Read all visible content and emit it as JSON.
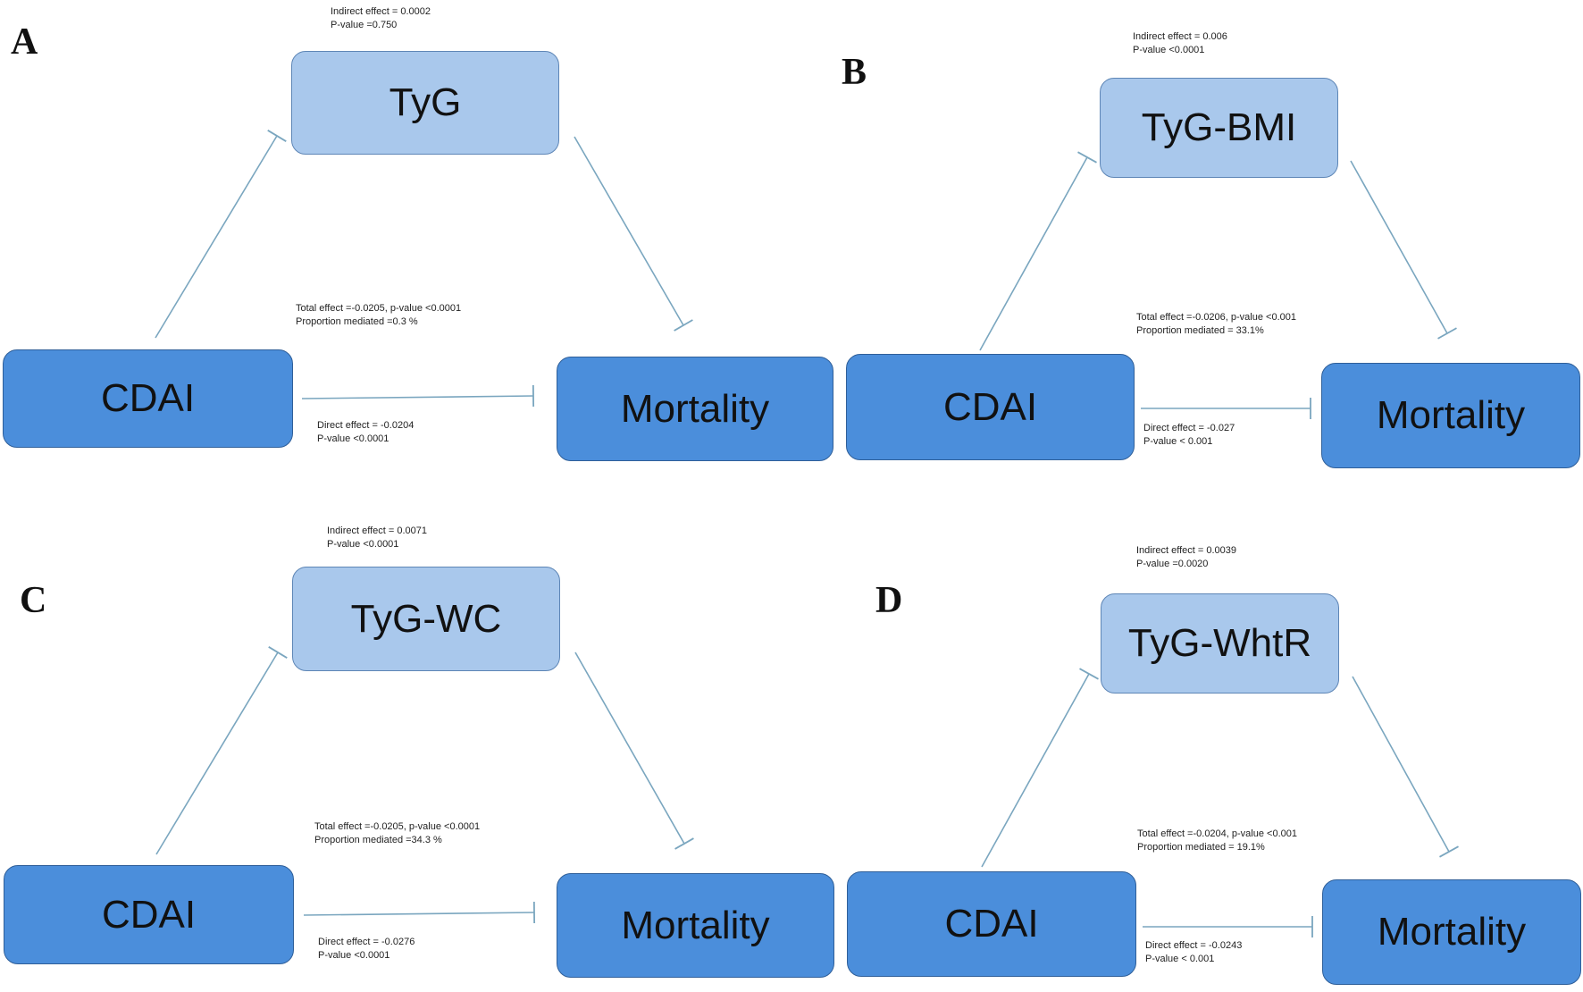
{
  "panels": [
    {
      "letter": "A",
      "mediator": "TyG",
      "exposure": "CDAI",
      "outcome": "Mortality",
      "indirect": [
        "Indirect effect = 0.0002",
        "P-value =0.750"
      ],
      "total": [
        "Total effect =-0.0205, p-value <0.0001",
        "Proportion mediated =0.3 %"
      ],
      "direct": [
        "Direct effect = -0.0204",
        "P-value <0.0001"
      ]
    },
    {
      "letter": "B",
      "mediator": "TyG-BMI",
      "exposure": "CDAI",
      "outcome": "Mortality",
      "indirect": [
        "Indirect effect = 0.006",
        "P-value <0.0001"
      ],
      "total": [
        "Total effect =-0.0206, p-value <0.001",
        "Proportion mediated = 33.1%"
      ],
      "direct": [
        "Direct effect = -0.027",
        "P-value < 0.001"
      ]
    },
    {
      "letter": "C",
      "mediator": "TyG-WC",
      "exposure": "CDAI",
      "outcome": "Mortality",
      "indirect": [
        "Indirect effect = 0.0071",
        "P-value <0.0001"
      ],
      "total": [
        "Total effect =-0.0205, p-value <0.0001",
        "Proportion mediated =34.3 %"
      ],
      "direct": [
        "Direct effect = -0.0276",
        "P-value <0.0001"
      ]
    },
    {
      "letter": "D",
      "mediator": "TyG-WhtR",
      "exposure": "CDAI",
      "outcome": "Mortality",
      "indirect": [
        "Indirect effect = 0.0039",
        "P-value =0.0020"
      ],
      "total": [
        "Total effect =-0.0204, p-value <0.001",
        "Proportion mediated = 19.1%"
      ],
      "direct": [
        "Direct effect = -0.0243",
        "P-value < 0.001"
      ]
    }
  ],
  "colors": {
    "mediator_fill": "#a9c8ec",
    "main_fill": "#4b8edb",
    "arrow": "#7aa6bf"
  }
}
